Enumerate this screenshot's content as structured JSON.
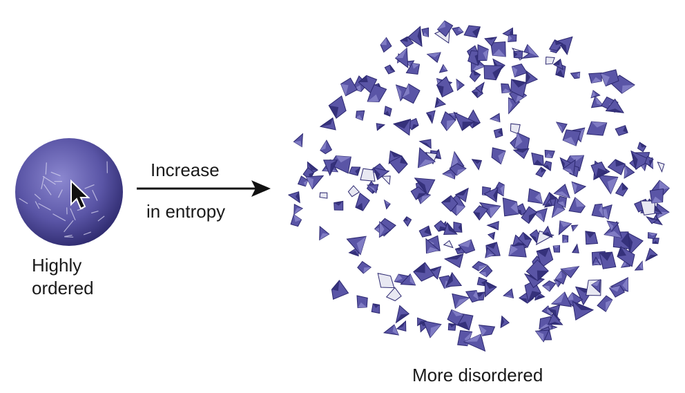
{
  "labels": {
    "ordered_line1": "Highly",
    "ordered_line2": "ordered",
    "arrow_line1": "Increase",
    "arrow_line2": "in entropy",
    "disordered": "More disordered"
  },
  "colors": {
    "fragment_fill": "#5a55a6",
    "fragment_dark": "#2c2870",
    "fragment_light": "#8a86cc",
    "fragment_pale": "#e8e8f2",
    "arrow": "#111111",
    "text": "#1a1a1a"
  },
  "icons": {
    "cursor": "mouse-pointer-icon"
  }
}
